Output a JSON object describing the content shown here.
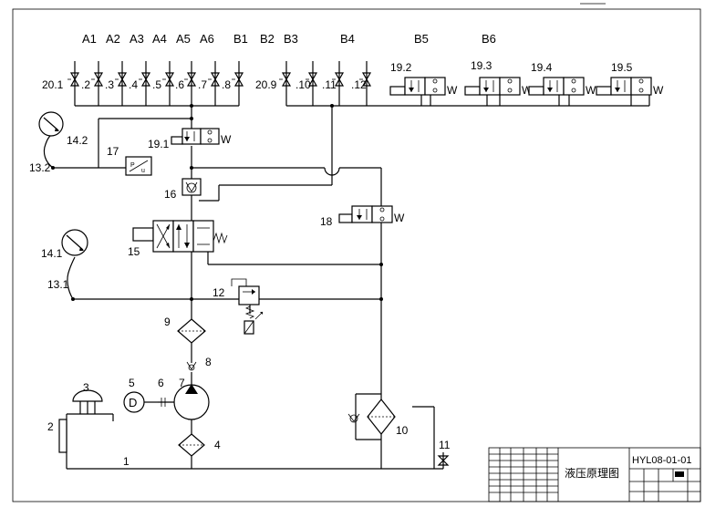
{
  "diagram": {
    "top_labels": [
      "A1",
      "A2",
      "A3",
      "A4",
      "A5",
      "A6",
      "B1",
      "B2",
      "B3",
      "B4",
      "B5",
      "B6"
    ],
    "left_valve_labels": [
      "20.1",
      ".2",
      ".3",
      ".4",
      ".5",
      ".6",
      ".7",
      ".8"
    ],
    "right_valve_labels": [
      "20.9",
      ".10",
      ".11",
      ".12"
    ],
    "solenoid_labels": [
      "19.2",
      "19.3",
      "19.4",
      "19.5"
    ],
    "component_labels": {
      "c1": "1",
      "c2": "2",
      "c3": "3",
      "c4": "4",
      "c5": "5",
      "c6": "6",
      "c7": "7",
      "c8": "8",
      "c9": "9",
      "c10": "10",
      "c11": "11",
      "c12": "12",
      "c13_1": "13.1",
      "c13_2": "13.2",
      "c14_1": "14.1",
      "c14_2": "14.2",
      "c15": "15",
      "c16": "16",
      "c17": "17",
      "c18": "18",
      "c19_1": "19.1"
    },
    "pump_motor_letter": "D",
    "pressure_switch_letters": {
      "p": "P",
      "u": "u"
    },
    "spring_mark": "W"
  },
  "title_block": {
    "drawing_name": "液压原理图",
    "drawing_number": "HYL08-01-01"
  }
}
